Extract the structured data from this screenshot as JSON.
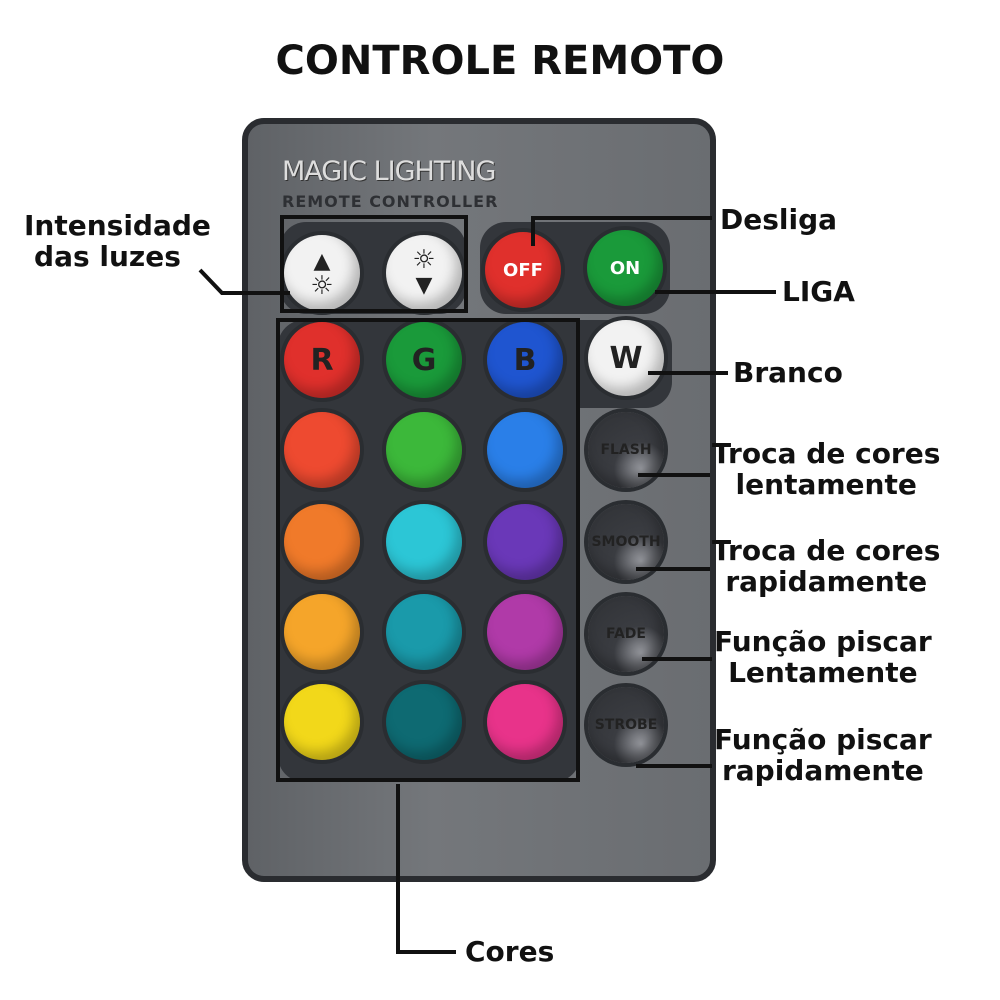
{
  "title": "CONTROLE REMOTO",
  "remote": {
    "brand": "MAGIC LIGHTING",
    "subtitle": "REMOTE CONTROLLER",
    "top_buttons": [
      {
        "name": "brightness-up",
        "label": "",
        "color": "#f2f2f2",
        "icon": "sun-arrow-up-icon"
      },
      {
        "name": "brightness-down",
        "label": "",
        "color": "#f2f2f2",
        "icon": "sun-arrow-down-icon"
      },
      {
        "name": "off",
        "label": "OFF",
        "color": "#e0302c"
      },
      {
        "name": "on",
        "label": "ON",
        "color": "#1a9a3a"
      }
    ],
    "color_buttons": [
      [
        {
          "label": "R",
          "color": "#e0302c"
        },
        {
          "label": "G",
          "color": "#1a9a3a"
        },
        {
          "label": "B",
          "color": "#1f55d0"
        }
      ],
      [
        {
          "label": "",
          "color": "#ee4a30"
        },
        {
          "label": "",
          "color": "#3cb83a"
        },
        {
          "label": "",
          "color": "#2a7fe8"
        }
      ],
      [
        {
          "label": "",
          "color": "#f07a2a"
        },
        {
          "label": "",
          "color": "#2cc6d6"
        },
        {
          "label": "",
          "color": "#6a38b8"
        }
      ],
      [
        {
          "label": "",
          "color": "#f5a52a"
        },
        {
          "label": "",
          "color": "#1a9aaa"
        },
        {
          "label": "",
          "color": "#b03aa8"
        }
      ],
      [
        {
          "label": "",
          "color": "#f2d81a"
        },
        {
          "label": "",
          "color": "#0e6a72"
        },
        {
          "label": "",
          "color": "#e8338a"
        }
      ]
    ],
    "side_buttons": [
      {
        "name": "white",
        "label": "W",
        "color": "#f2f2f2"
      },
      {
        "name": "flash",
        "label": "FLASH"
      },
      {
        "name": "smooth",
        "label": "SMOOTH"
      },
      {
        "name": "fade",
        "label": "FADE"
      },
      {
        "name": "strobe",
        "label": "STROBE"
      }
    ]
  },
  "annotations": {
    "intensidade": [
      "Intensidade",
      "das luzes"
    ],
    "desliga": "Desliga",
    "liga": "LIGA",
    "branco": "Branco",
    "flash": [
      "Troca de cores",
      "lentamente"
    ],
    "smooth": [
      "Troca de cores",
      "rapidamente"
    ],
    "fade": [
      "Função piscar",
      "Lentamente"
    ],
    "strobe": [
      "Função piscar",
      "rapidamente"
    ],
    "cores": "Cores"
  }
}
